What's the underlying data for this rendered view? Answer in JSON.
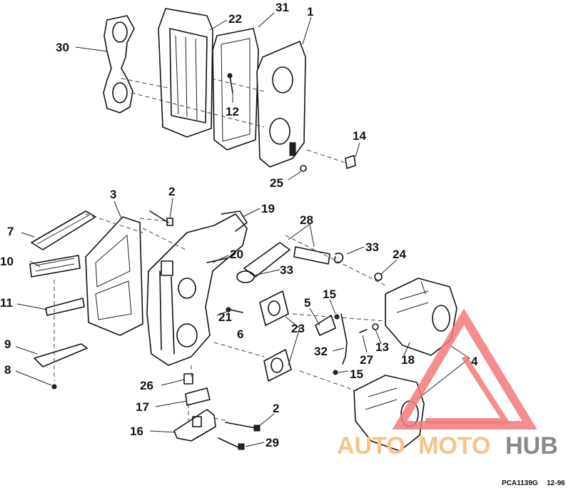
{
  "callouts": [
    "1",
    "2",
    "3",
    "4",
    "5",
    "6",
    "7",
    "8",
    "9",
    "10",
    "11",
    "12",
    "13",
    "14",
    "15",
    "16",
    "17",
    "18",
    "19",
    "20",
    "21",
    "22",
    "23",
    "24",
    "25",
    "26",
    "27",
    "28",
    "29",
    "30",
    "31",
    "32",
    "33"
  ],
  "labels": {
    "l1": "1",
    "l2a": "2",
    "l2b": "2",
    "l3": "3",
    "l4": "4",
    "l5": "5",
    "l6": "6",
    "l7": "7",
    "l8": "8",
    "l9": "9",
    "l10": "10",
    "l11": "11",
    "l12": "12",
    "l13": "13",
    "l14": "14",
    "l15a": "15",
    "l15b": "15",
    "l16": "16",
    "l17": "17",
    "l18": "18",
    "l19": "19",
    "l20": "20",
    "l21": "21",
    "l22": "22",
    "l23": "23",
    "l24": "24",
    "l25": "25",
    "l26": "26",
    "l27": "27",
    "l28": "28",
    "l29": "29",
    "l30": "30",
    "l31": "31",
    "l32": "32",
    "l33a": "33",
    "l33b": "33"
  },
  "footer": {
    "code": "PCA1139G",
    "date": "12-96"
  },
  "watermark": {
    "word_a": "AUTO",
    "word_b": "MOTO",
    "word_c": "HUB",
    "colors": {
      "triangle": "#f27a7a",
      "auto": "#f6c48a",
      "hub": "#8a8a8a"
    }
  }
}
